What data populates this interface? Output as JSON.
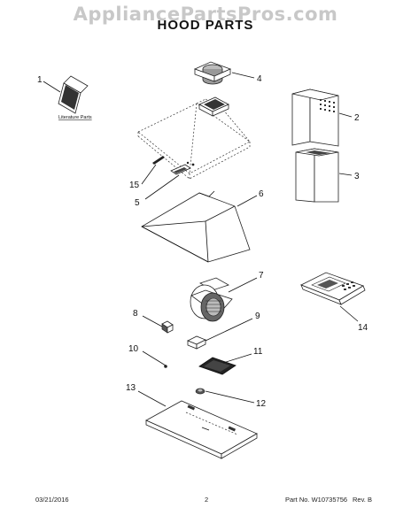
{
  "watermark": "AppliancePartsPros.com",
  "title": "HOOD PARTS",
  "literature_label": "Literature Parts",
  "callouts": [
    "1",
    "2",
    "3",
    "4",
    "5",
    "6",
    "7",
    "8",
    "9",
    "10",
    "11",
    "12",
    "13",
    "14",
    "15"
  ],
  "footer": {
    "date": "03/21/2016",
    "page": "2",
    "part_no": "Part No. W10735756",
    "rev": "Rev. B"
  }
}
